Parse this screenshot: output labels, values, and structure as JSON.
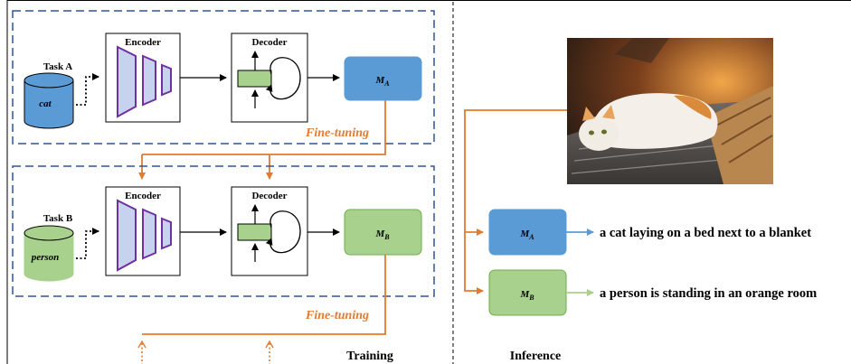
{
  "colors": {
    "model_a_fill": "#5b9bd5",
    "model_b_fill": "#a9d18e",
    "fine_tune_orange": "#e07b2f",
    "encoder_purple": "#7030a0",
    "encoder_fill": "#c7d2ee",
    "dash_blue": "#2f5597"
  },
  "training": {
    "label": "Training",
    "task_a": {
      "title": "Task A",
      "db_label": "cat",
      "encoder": "Encoder",
      "decoder": "Decoder",
      "model": "M",
      "model_sub": "A",
      "fine_tuning": "Fine-tuning"
    },
    "task_b": {
      "title": "Task B",
      "db_label": "person",
      "encoder": "Encoder",
      "decoder": "Decoder",
      "model": "M",
      "model_sub": "B",
      "fine_tuning": "Fine-tuning"
    }
  },
  "inference": {
    "label": "Inference",
    "model_a": {
      "name": "M",
      "sub": "A",
      "caption": "a cat laying on a bed next to a blanket"
    },
    "model_b": {
      "name": "M",
      "sub": "B",
      "caption": "a person is standing in an orange room"
    }
  }
}
